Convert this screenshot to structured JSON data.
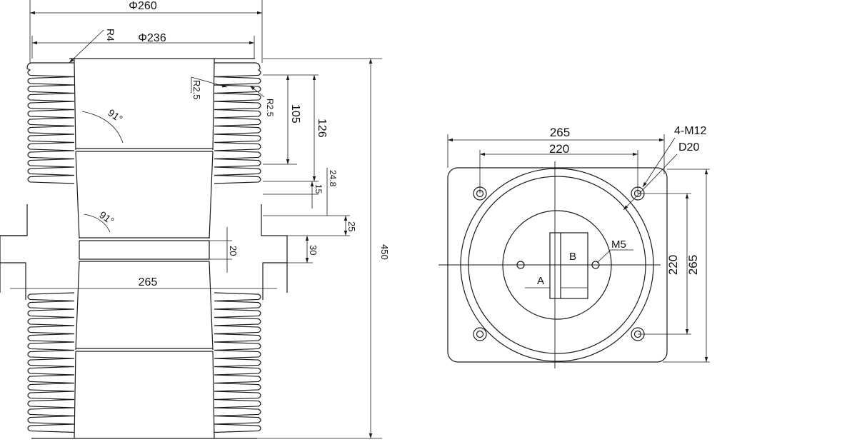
{
  "side_view": {
    "dims": {
      "phi_outer": "Φ260",
      "phi_inner": "Φ236",
      "r4": "R4",
      "r25_left": "R2.5",
      "r25_right": "R2.5",
      "angle_top": "91°",
      "angle_mid": "91°",
      "d105": "105",
      "d126": "126",
      "d248": "24.8",
      "d15": "15",
      "d25": "25",
      "d20": "20",
      "d30": "30",
      "d450": "450",
      "d265": "265"
    }
  },
  "top_view": {
    "dims": {
      "w265": "265",
      "w220": "220",
      "bolt": "4-M12",
      "hole": "D20",
      "h220": "220",
      "h265": "265",
      "m5": "M5",
      "label_a": "A",
      "label_b": "B"
    }
  }
}
